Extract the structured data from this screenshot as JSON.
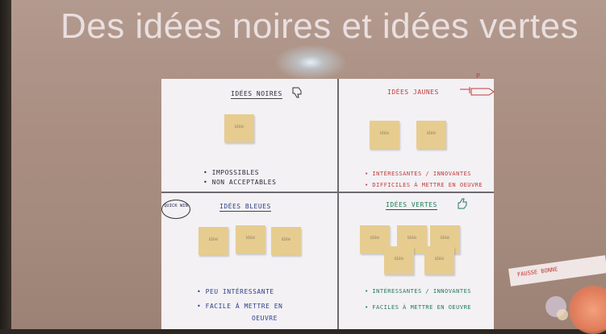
{
  "slide_title": "Des idées noires et idées vertes",
  "quadrants": {
    "top_left": {
      "heading": "IDÉES NOIRES",
      "bullets": [
        "• IMPOSSIBLES",
        "• NON ACCEPTABLES"
      ]
    },
    "top_right": {
      "heading": "IDÉES JAUNES",
      "bullets": [
        "• INTÉRESSANTES / INNOVANTES",
        "• DIFFICILES À METTRE EN OEUVRE"
      ]
    },
    "bottom_left": {
      "heading": "IDÉES BLEUES",
      "bubble": "QUICK WIN",
      "bullets": [
        "• PEU INTÉRESSANTE",
        "• FACILE À METTRE EN",
        "OEUVRE"
      ]
    },
    "bottom_right": {
      "heading": "IDÉES VERTES",
      "bullets": [
        "• INTÉRESSANTES / INNOVANTES",
        "• FACILES À METTRE EN OEUVRE"
      ]
    }
  },
  "sticky_note_text": "idée",
  "side_strip_text": "FAUSSE BONNE",
  "marker_p": "P"
}
